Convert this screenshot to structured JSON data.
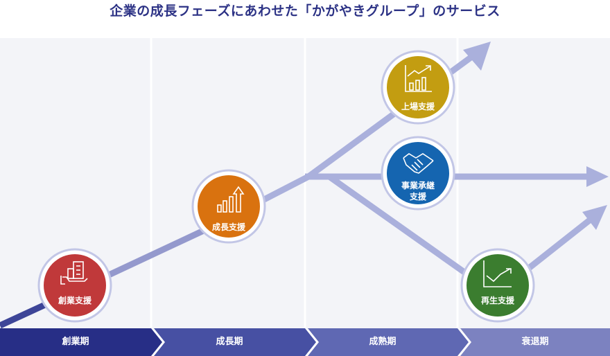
{
  "title": "企業の成長フェーズにあわせた「かがやきグループ」のサービス",
  "phases": [
    {
      "label": "創業期"
    },
    {
      "label": "成長期"
    },
    {
      "label": "成熟期"
    },
    {
      "label": "衰退期"
    }
  ],
  "services": [
    {
      "label": "創業支援",
      "icon": "building-hand-icon",
      "color": "#c0393a"
    },
    {
      "label": "成長支援",
      "icon": "growth-bars-icon",
      "color": "#d9720f"
    },
    {
      "label": "上場支援",
      "icon": "rising-chart-icon",
      "color": "#c39d11"
    },
    {
      "label_line1": "事業承継",
      "label_line2": "支援",
      "icon": "handshake-icon",
      "color": "#1565b0"
    },
    {
      "label": "再生支援",
      "icon": "recovery-chart-icon",
      "color": "#3b7d2f"
    }
  ],
  "colors": {
    "path": "#aab0dc",
    "phase1": "#272e86",
    "phase2": "#4750a3",
    "phase3": "#5f68b3",
    "phase4": "#7c82c0"
  }
}
